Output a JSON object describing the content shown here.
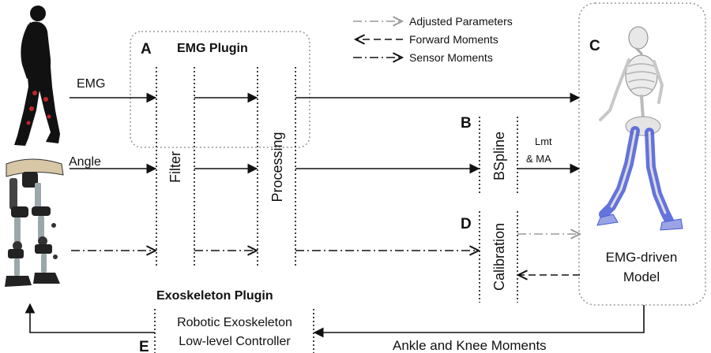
{
  "labels": {
    "emg_input": "EMG",
    "angle_input": "Angle",
    "filter": "Filter",
    "processing": "Processing",
    "bspline": "BSpline",
    "calibration": "Calibration",
    "lmt_line1": "Lmt",
    "lmt_line2": "& MA",
    "model_line1": "EMG-driven",
    "model_line2": "Model",
    "controller_line1": "Robotic Exoskeleton",
    "controller_line2": "Low-level Controller",
    "ankle_knee": "Ankle and Knee Moments"
  },
  "sections": {
    "a": "A",
    "a_title": "EMG Plugin",
    "b": "B",
    "c": "C",
    "d": "D",
    "e": "E",
    "exo_title": "Exoskeleton Plugin"
  },
  "legend": {
    "adjusted": "Adjusted Parameters",
    "forward": "Forward Moments",
    "sensor": "Sensor Moments"
  },
  "colors": {
    "line": "#111111",
    "grey_line": "#9a9a9a",
    "muscle": "#4a5bd6",
    "emg_hotspot": "#c0262b"
  },
  "icons": {
    "human": "walking-human-silhouette",
    "exo": "lower-limb-exoskeleton",
    "skeleton": "musculoskeletal-model"
  }
}
